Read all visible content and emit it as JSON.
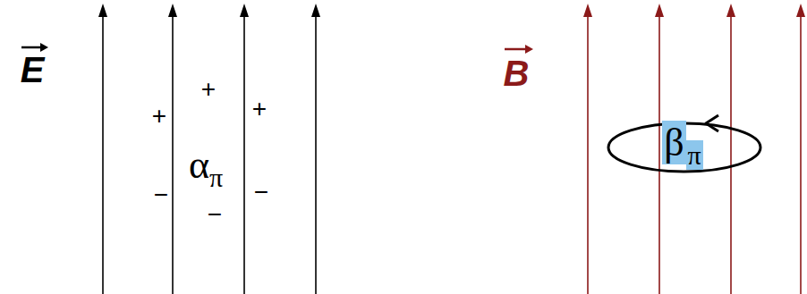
{
  "diagram": {
    "nodes": [
      {
        "text": [
          "α",
          "π"
        ]
      },
      {
        "text": [
          "β",
          "π"
        ]
      }
    ],
    "labels": [
      "E",
      "+",
      "+",
      "+",
      "−",
      "−",
      "−",
      "B"
    ]
  }
}
